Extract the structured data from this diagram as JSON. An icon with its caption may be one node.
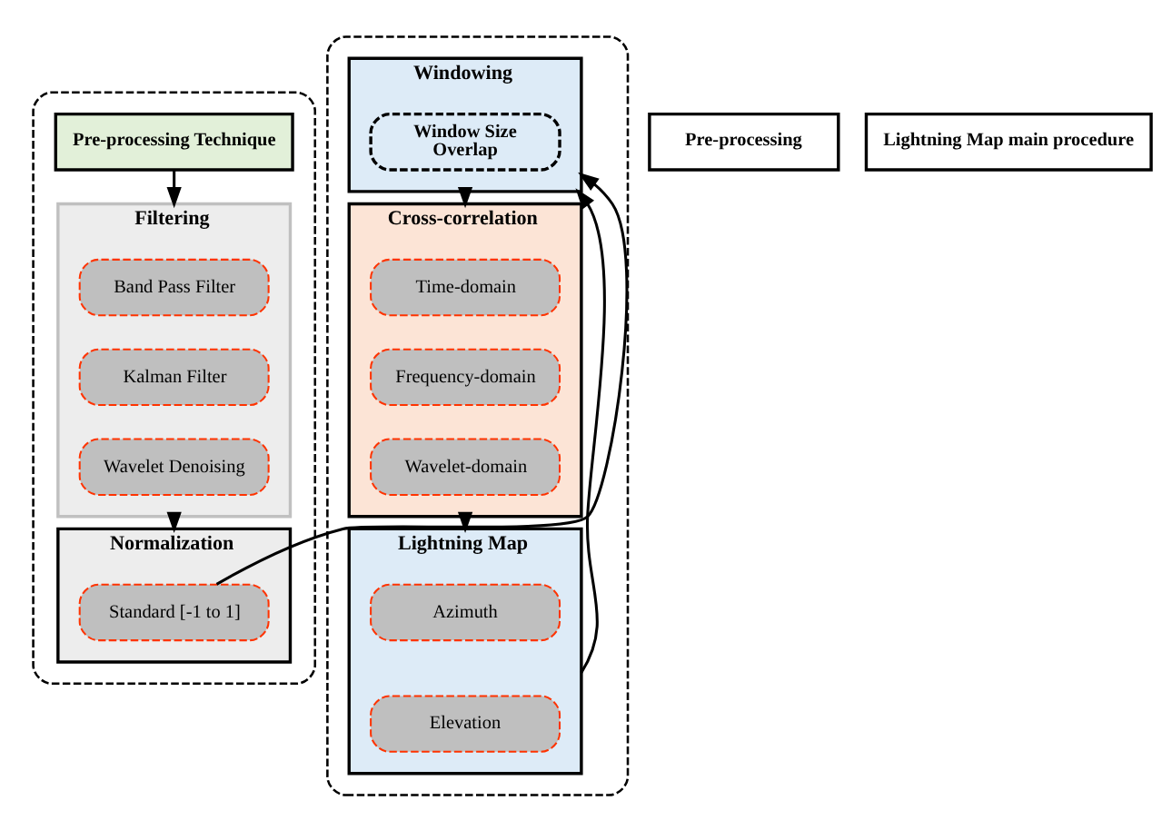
{
  "diagram": {
    "nodes": [
      {
        "text": [],
        "shape": "box"
      },
      {
        "text": [
          "Pre-processing Technique"
        ],
        "in": 0
      },
      {
        "text": [
          "Filtering"
        ],
        "in": 0
      },
      {
        "text": [
          "Band Pass Filter"
        ],
        "in": 2
      },
      {
        "text": [
          "Kalman Filter"
        ],
        "in": 2
      },
      {
        "text": [
          "Wavelet Denoising"
        ],
        "in": 2
      },
      {
        "text": [
          "Normalization"
        ],
        "in": 0
      },
      {
        "text": [
          "Standard [-1 to 1]"
        ],
        "in": 6
      },
      {
        "text": [],
        "shape": "box"
      },
      {
        "text": [
          "Windowing"
        ],
        "in": 8
      },
      {
        "text": [
          "Window Size",
          "Overlap"
        ],
        "in": 9
      },
      {
        "text": [
          "Cross-correlation"
        ],
        "in": 8
      },
      {
        "text": [
          "Time-domain"
        ],
        "in": 11
      },
      {
        "text": [
          "Frequency-domain"
        ],
        "in": 11
      },
      {
        "text": [
          "Wavelet-domain"
        ],
        "in": 11
      },
      {
        "text": [
          "Lightning Map"
        ],
        "in": 8
      },
      {
        "text": [
          "Azimuth"
        ],
        "in": 15
      },
      {
        "text": [
          "Elevation"
        ],
        "in": 15
      },
      {
        "text": [
          "Pre-processing"
        ]
      },
      {
        "text": [
          "Lightning Map main procedure"
        ]
      }
    ],
    "edges": [
      {
        "from": 1,
        "to": 2,
        "arrow": "to"
      },
      {
        "from": 2,
        "to": 6,
        "arrow": "to"
      },
      {
        "from": 7,
        "to": 9,
        "arrow": "to"
      },
      {
        "from": 9,
        "to": 11,
        "arrow": "to"
      },
      {
        "from": 11,
        "to": 15,
        "arrow": "to"
      },
      {
        "from": 15,
        "to": 9,
        "arrow": "to"
      }
    ]
  }
}
